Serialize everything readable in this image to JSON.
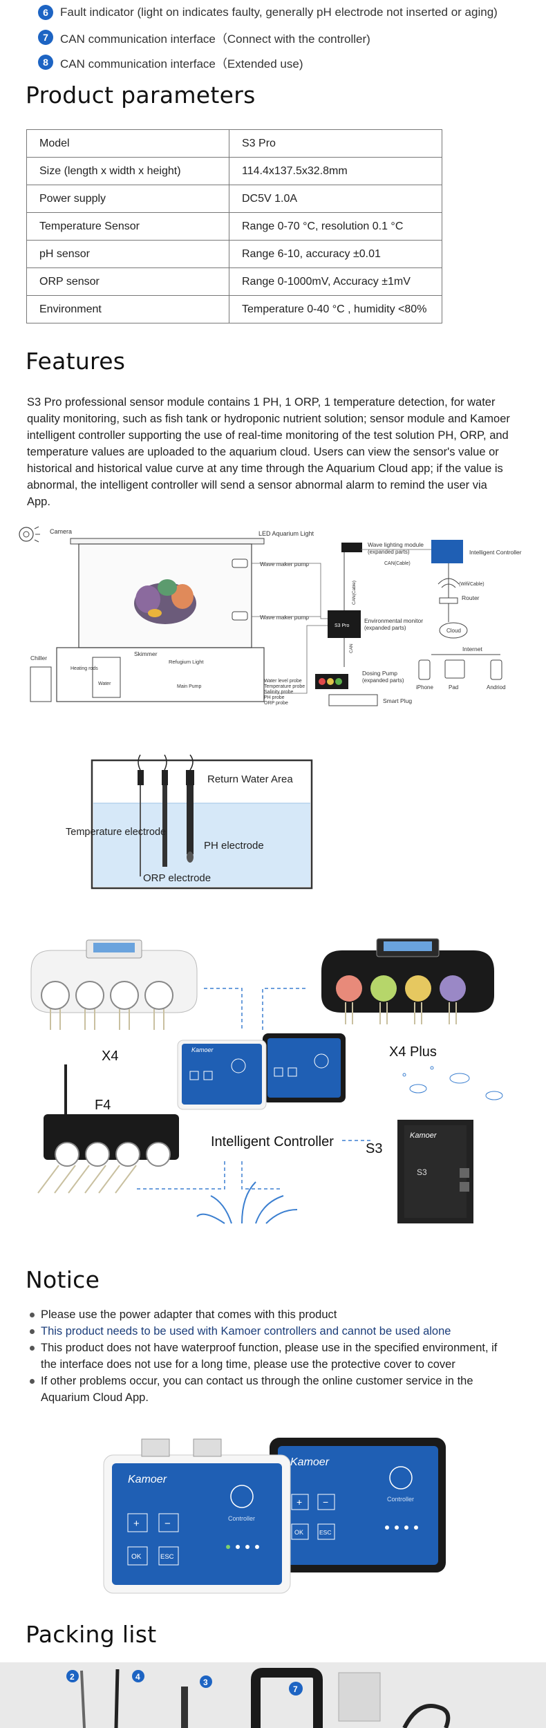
{
  "indicators": [
    {
      "num": "6",
      "text": "Fault indicator (light on indicates faulty, generally pH electrode not inserted or aging)"
    },
    {
      "num": "7",
      "text": "CAN communication interface（Connect with the controller)"
    },
    {
      "num": "8",
      "text": "CAN communication interface（Extended use)"
    }
  ],
  "params": {
    "title": "Product parameters",
    "rows": [
      {
        "label": "Model",
        "value": "S3 Pro"
      },
      {
        "label": "Size (length x width x height)",
        "value": "114.4x137.5x32.8mm"
      },
      {
        "label": "Power supply",
        "value": "DC5V 1.0A"
      },
      {
        "label": "Temperature Sensor",
        "value": "Range 0-70 °C, resolution 0.1 °C"
      },
      {
        "label": "pH sensor",
        "value": "Range 6-10, accuracy ±0.01"
      },
      {
        "label": "ORP sensor",
        "value": "Range 0-1000mV, Accuracy ±1mV"
      },
      {
        "label": "Environment",
        "value": "Temperature 0-40 °C , humidity <80%"
      }
    ]
  },
  "features": {
    "title": "Features",
    "text": "S3 Pro professional sensor module contains 1 PH, 1 ORP, 1 temperature detection, for water quality monitoring, such as fish tank or hydroponic nutrient solution; sensor module and Kamoer intelligent controller supporting the use of real-time monitoring of the test solution PH, ORP, and temperature values are uploaded to the aquarium cloud. Users can view the sensor's value or historical and historical value curve at any time through the Aquarium Cloud app; if the value is abnormal, the intelligent controller will send a sensor abnormal alarm to remind the user via App."
  },
  "diagram": {
    "camera": "Camera",
    "led": "LED Aquarium Light",
    "wave_module": "Wave lighting module",
    "wave_module_sub": "(expanded parts)",
    "intelligent_controller": "Intelligent Controller",
    "can_cable": "CAN(Cable)",
    "wave_pump_1": "Wave maker pump",
    "wave_pump_2": "Wave maker pump",
    "wifi": "(Wifi/Cable)",
    "router": "Router",
    "can_cable_v": "CAN(Cable)",
    "env_monitor": "Environmental monitor",
    "env_monitor_sub": "(expanded parts)",
    "cloud": "Cloud",
    "internet": "Internet",
    "chiller": "Chiller",
    "skimmer": "Skimmer",
    "refugium": "Refugium Light",
    "heating": "Heating rods",
    "water": "Water",
    "main_pump": "Main Pump",
    "dosing": "Dosing Pump",
    "dosing_sub": "(expanded parts)",
    "can": "CAN",
    "probes": [
      "Water level probe",
      "Temperature probe",
      "Salinity probe",
      "PH probe",
      "ORP probe"
    ],
    "smart_plug": "Smart Plug",
    "iphone": "iPhone",
    "pad": "Pad",
    "android": "Andriod",
    "s3pro": "S3 Pro"
  },
  "tank": {
    "return": "Return Water Area",
    "temp": "Temperature electrode",
    "ph": "PH electrode",
    "orp": "ORP electrode"
  },
  "products": {
    "x4": "X4",
    "x4plus": "X4 Plus",
    "f4": "F4",
    "controller": "Intelligent Controller",
    "s3": "S3",
    "brand": "Kamoer"
  },
  "notice": {
    "title": "Notice",
    "items": [
      {
        "text": "Please use the power adapter that comes with this product",
        "hl": false
      },
      {
        "text": "This product needs to be used with Kamoer controllers and cannot be used alone",
        "hl": true
      },
      {
        "text": "This product does not have waterproof function, please use in the specified environment, if the interface does not use for a long time, please use the protective cover to cover",
        "hl": false
      },
      {
        "text": "If other problems occur, you can contact us through the online customer service in the Aquarium Cloud App.",
        "hl": false
      }
    ]
  },
  "controllers": {
    "brand": "Kamoer",
    "label": "Controller",
    "plus": "+",
    "minus": "−",
    "ok": "OK",
    "esc": "ESC"
  },
  "packing": {
    "title": "Packing list",
    "badges": [
      "2",
      "4",
      "3",
      "7"
    ]
  },
  "colors": {
    "accent": "#1d64c3",
    "controller_blue": "#1f5fb4"
  }
}
